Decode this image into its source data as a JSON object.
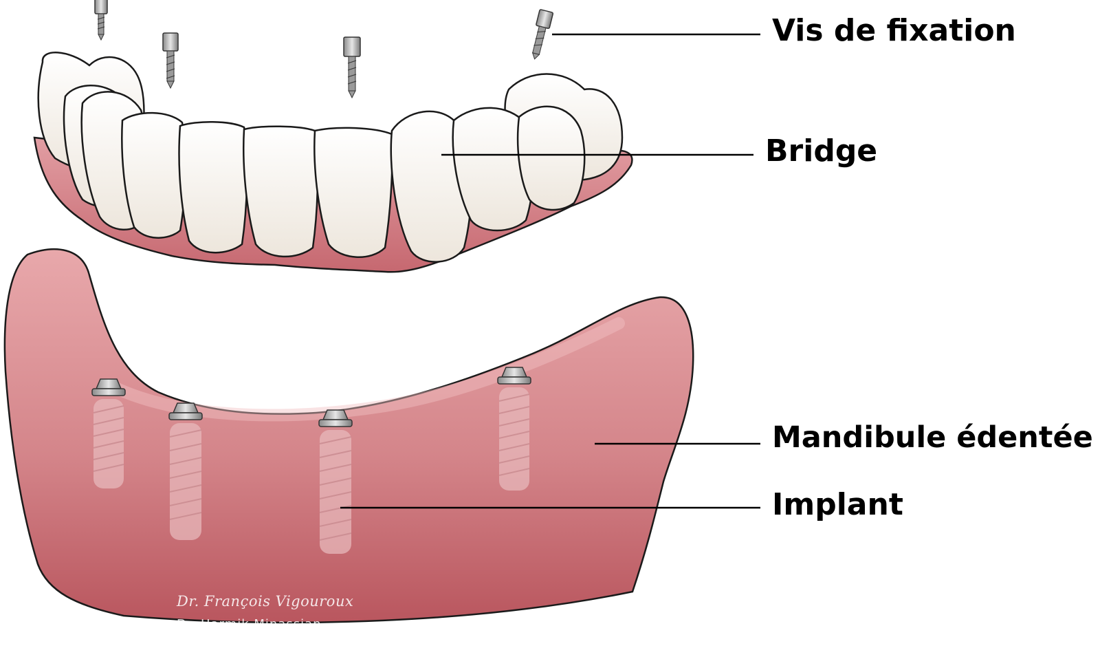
{
  "labels": {
    "fixation_screw": "Vis de fixation",
    "bridge": "Bridge",
    "edentulous_mandible": "Mandibule édentée",
    "implant": "Implant"
  },
  "credits": {
    "signature_line": "Dr. François Vigouroux",
    "author_line": "Dr. Harmik Minassian"
  },
  "colors": {
    "gum": "#d98a8e",
    "gum_dark": "#b55259",
    "tooth": "#f7f3ee",
    "outline": "#1a1a1a",
    "screw": "#bfbfbf",
    "leader_line": "#000000",
    "label_text": "#000000"
  }
}
